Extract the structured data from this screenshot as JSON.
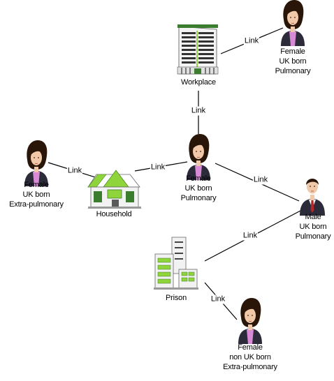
{
  "link_label": "Link",
  "nodes": {
    "person_top_right": {
      "line1": "Female",
      "line2": "UK born",
      "line3": "Pulmonary"
    },
    "workplace": {
      "label": "Workplace"
    },
    "person_center": {
      "line1": "Female",
      "line2": "UK born",
      "line3": "Pulmonary"
    },
    "person_left": {
      "line1": "Female",
      "line2": "UK born",
      "line3": "Extra-pulmonary"
    },
    "household": {
      "label": "Household"
    },
    "person_male": {
      "line1": "Male",
      "line2": "UK born",
      "line3": "Pulmonary"
    },
    "prison": {
      "label": "Prison"
    },
    "person_bottom": {
      "line1": "Female",
      "line2": "non UK born",
      "line3": "Extra-pulmonary"
    }
  },
  "colors": {
    "line": "#000000",
    "building_green": "#8fd43a",
    "skin": "#f2c9a8",
    "hair": "#2a1608",
    "jacket": "#2b2b3a",
    "shirt_female": "#d88ad6"
  }
}
